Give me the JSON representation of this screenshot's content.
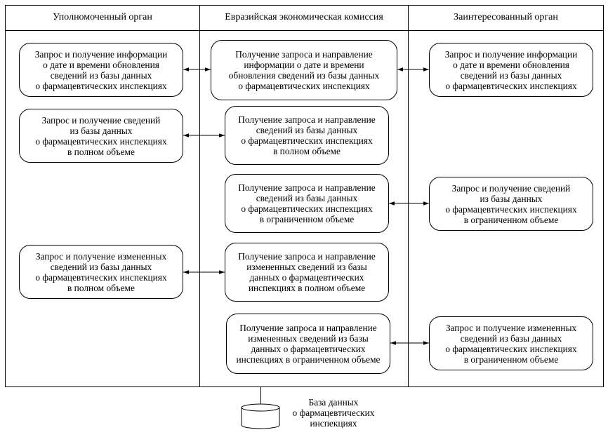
{
  "columns": {
    "authorized": "Уполномоченный орган",
    "commission": "Евразийская экономическая комиссия",
    "interested": "Заинтересованный орган"
  },
  "boxes": {
    "a1": "Запрос и получение информации\nо дате и времени обновления\nсведений из базы данных\nо фармацевтических инспекциях",
    "a2": "Запрос и получение сведений\nиз базы данных\nо фармацевтических инспекциях\nв полном объеме",
    "a3": "Запрос и получение измененных\nсведений из базы данных\nо фармацевтических инспекциях\nв полном объеме",
    "c1": "Получение запроса и направление\nинформации о дате и времени\nобновления сведений из базы данных\nо фармацевтических инспекциях",
    "c2": "Получение запроса и направление\nсведений из базы данных\nо фармацевтических инспекциях\nв полном объеме",
    "c3": "Получение запроса и направление\nсведений из базы данных\nо фармацевтических инспекциях\nв ограниченном объеме",
    "c4": "Получение запроса и направление\nизмененных сведений из базы\nданных о фармацевтических\nинспекциях в полном объеме",
    "c5": "Получение запроса и направление\nизмененных сведений из базы\nданных о фармацевтических\nинспекциях в ограниченном объеме",
    "i1": "Запрос и получение информации\nо дате и времени обновления\nсведений из базы данных\nо фармацевтических инспекциях",
    "i3": "Запрос и получение сведений\nиз базы данных\nо фармацевтических инспекциях\nв ограниченном объеме",
    "i5": "Запрос и получение измененных\nсведений из базы данных\nо фармацевтических инспекциях\nв ограниченном объеме"
  },
  "database_label": "База данных\nо фармацевтических\nинспекциях"
}
